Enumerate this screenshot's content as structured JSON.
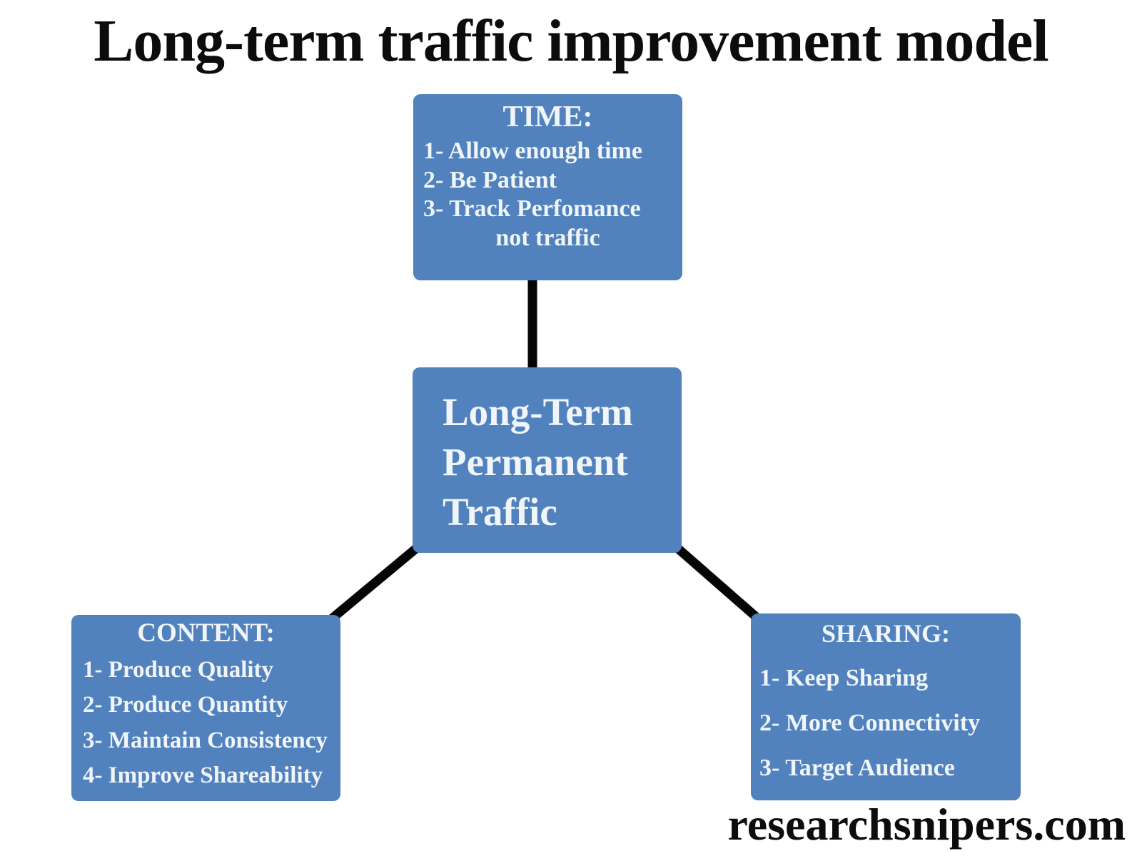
{
  "page": {
    "title": "Long-term traffic improvement model",
    "watermark": "researchsnipers.com"
  },
  "colors": {
    "background": "#ffffff",
    "box_fill": "#5282bd",
    "box_text": "#f0f5fa",
    "dark_text": "#0c0c0c",
    "connector": "#050505"
  },
  "diagram": {
    "center_node": {
      "line1": "Long-Term",
      "line2": "Permanent",
      "line3": "Traffic"
    },
    "time_node": {
      "heading": "TIME:",
      "items": [
        "1- Allow enough time",
        "2- Be Patient",
        "3- Track Perfomance"
      ],
      "item3_continuation": "not traffic"
    },
    "content_node": {
      "heading": "CONTENT:",
      "items": [
        "1- Produce Quality",
        "2- Produce Quantity",
        "3- Maintain Consistency",
        "4- Improve Shareability"
      ]
    },
    "sharing_node": {
      "heading": "SHARING:",
      "items": [
        "1- Keep Sharing",
        "2- More Connectivity",
        "3- Target Audience"
      ]
    }
  }
}
